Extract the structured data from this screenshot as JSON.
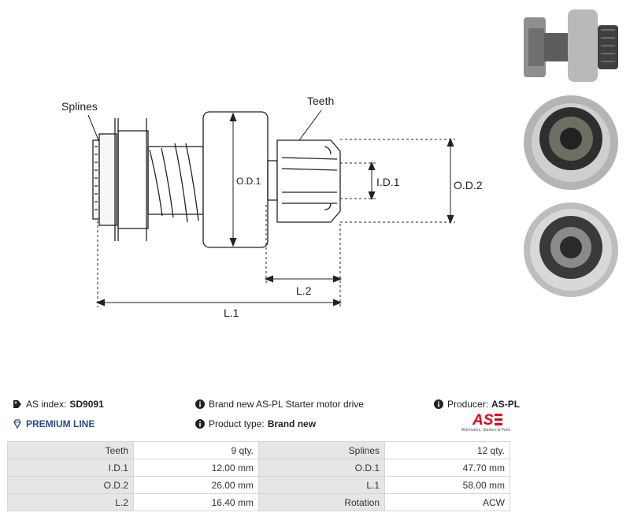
{
  "drawing": {
    "labels": {
      "splines": "Splines",
      "teeth": "Teeth",
      "od1": "O.D.1",
      "od2": "O.D.2",
      "id1": "I.D.1",
      "l1": "L.1",
      "l2": "L.2"
    }
  },
  "info": {
    "as_index_label": "AS index:",
    "as_index_value": "SD9091",
    "premium_line": "PREMIUM LINE",
    "description": "Brand new AS-PL Starter motor drive",
    "product_type_label": "Product type:",
    "product_type_value": "Brand new",
    "producer_label": "Producer:",
    "producer_value": "AS-PL"
  },
  "logo": {
    "mark": "AS",
    "tagline": "Alternators, Starters & Parts",
    "color": "#e3001b"
  },
  "specs": [
    {
      "l1": "Teeth",
      "v1": "9 qty.",
      "l2": "Splines",
      "v2": "12 qty."
    },
    {
      "l1": "I.D.1",
      "v1": "12.00 mm",
      "l2": "O.D.1",
      "v2": "47.70 mm"
    },
    {
      "l1": "O.D.2",
      "v1": "26.00 mm",
      "l2": "L.1",
      "v2": "58.00 mm"
    },
    {
      "l1": "L.2",
      "v1": "16.40 mm",
      "l2": "Rotation",
      "v2": "ACW"
    }
  ],
  "colors": {
    "premium": "#2a4a8c",
    "table_label_bg": "#e6e6e6"
  }
}
